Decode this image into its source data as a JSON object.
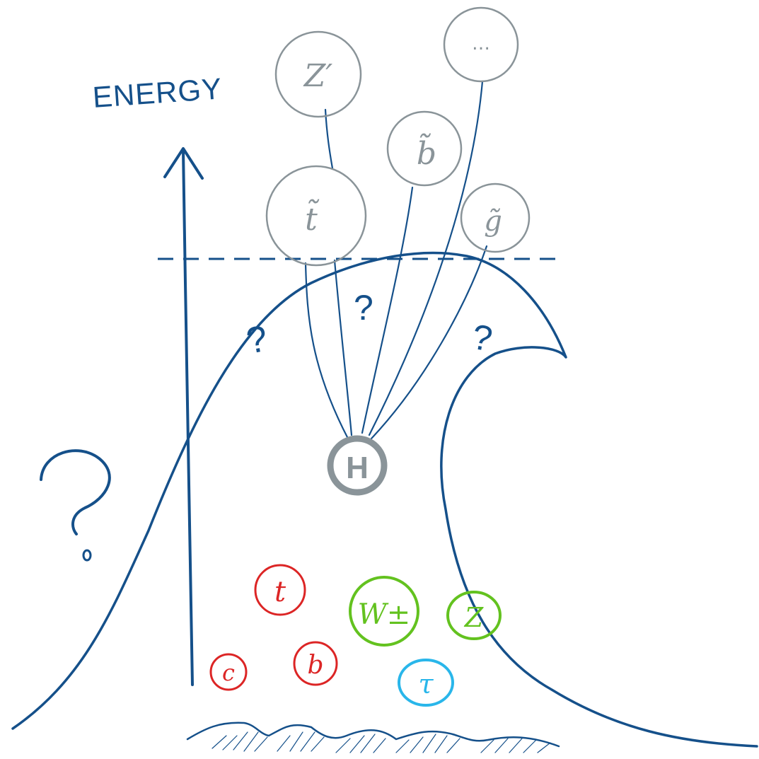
{
  "axis": {
    "label": "ENERGY"
  },
  "colors": {
    "blue": "#15508a",
    "gray": "#8a9499",
    "red": "#dc2525",
    "green": "#63c21f",
    "cyan": "#29b6ea"
  },
  "question_mark": "?",
  "higgs": {
    "label": "H"
  },
  "new_particles": [
    {
      "id": "zprime",
      "label": "Z′"
    },
    {
      "id": "dots",
      "label": "…"
    },
    {
      "id": "sbottom",
      "label": "b̃"
    },
    {
      "id": "stop",
      "label": "t̃"
    },
    {
      "id": "gluino",
      "label": "g̃"
    }
  ],
  "sm_particles": [
    {
      "id": "top",
      "label": "t",
      "color": "red"
    },
    {
      "id": "w",
      "label": "W±",
      "color": "green"
    },
    {
      "id": "z",
      "label": "Z",
      "color": "green"
    },
    {
      "id": "charm",
      "label": "c",
      "color": "red"
    },
    {
      "id": "bottom",
      "label": "b",
      "color": "red"
    },
    {
      "id": "tau",
      "label": "τ",
      "color": "cyan"
    }
  ]
}
